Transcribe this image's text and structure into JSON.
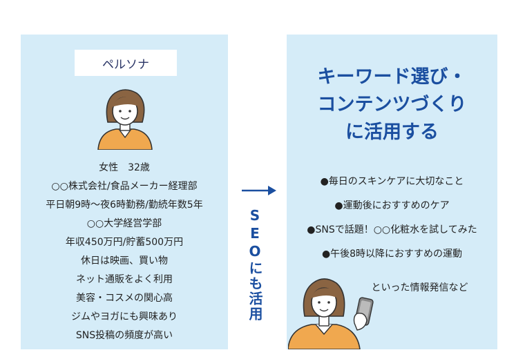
{
  "persona": {
    "title": "ペルソナ",
    "attributes": [
      "女性　32歳",
      "○○株式会社/食品メーカー経理部",
      "平日朝9時〜夜6時勤務/勤続年数5年",
      "○○大学経営学部",
      "年収450万円/貯蓄500万円",
      "休日は映画、買い物",
      "ネット通販をよく利用",
      "美容・コスメの関心高",
      "ジムやヨガにも興味あり",
      "SNS投稿の頻度が高い"
    ]
  },
  "connector": {
    "label": "SEOにも活用"
  },
  "usage": {
    "heading": [
      "キーワード選び・",
      "コンテンツづくり",
      "に活用する"
    ],
    "topics": [
      "●毎日のスキンケアに大切なこと",
      "●運動後におすすめのケア",
      "●SNSで話題！○○化粧水を試してみた",
      "●午後8時以降におすすめの運動"
    ],
    "footer": "といった情報発信など"
  },
  "colors": {
    "panel": "#d5ecf8",
    "accent": "#1b4fa0",
    "shirt": "#f0a84f",
    "hair": "#8a6442"
  }
}
